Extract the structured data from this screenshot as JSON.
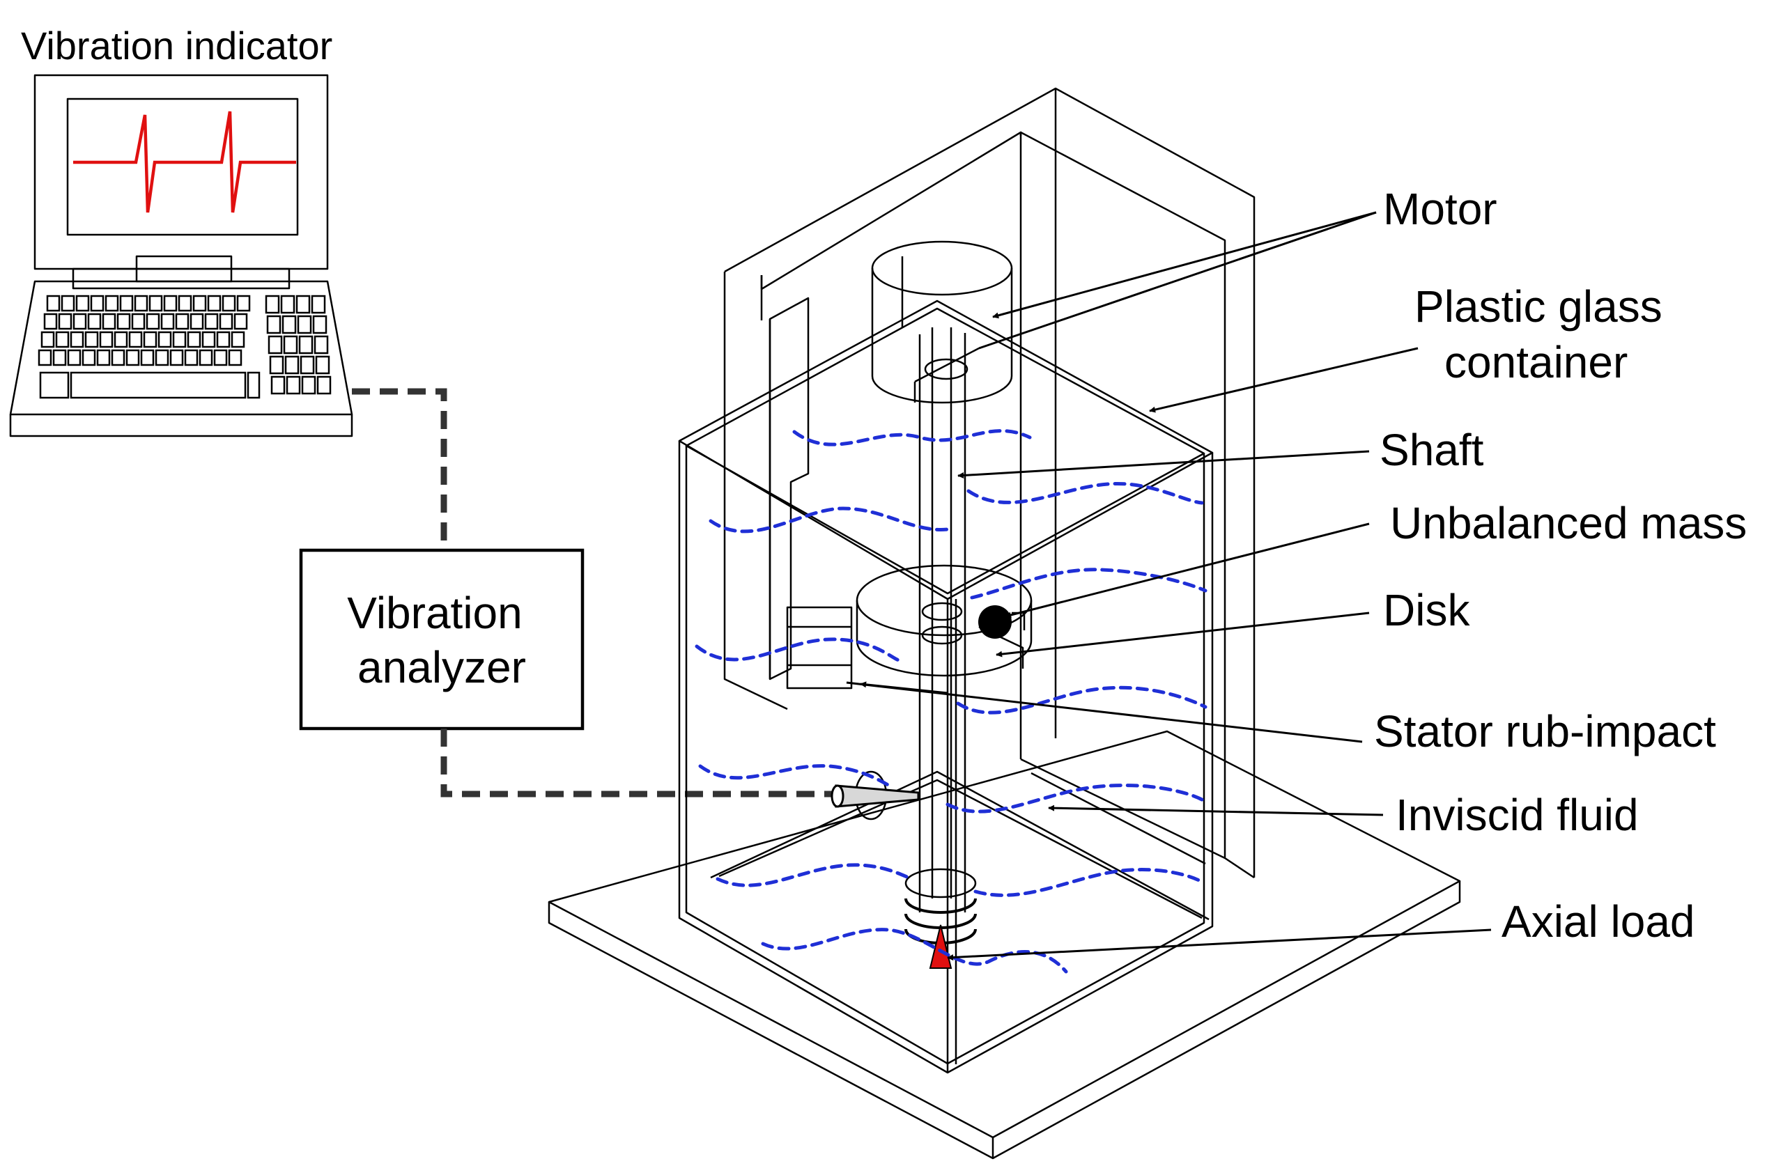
{
  "labels": {
    "vibration_indicator": "Vibration indicator",
    "vibration_analyzer_line1": "Vibration",
    "vibration_analyzer_line2": "analyzer",
    "motor": "Motor",
    "plastic_glass_line1": "Plastic glass",
    "plastic_glass_line2": "container",
    "shaft": "Shaft",
    "unbalanced_mass": "Unbalanced mass",
    "disk": "Disk",
    "stator_rub_impact": "Stator rub-impact",
    "inviscid_fluid": "Inviscid fluid",
    "axial_load": "Axial load"
  },
  "colors": {
    "fluid": "#1f2fd6",
    "signal": "#e01010",
    "axial_load": "#e01010",
    "line": "#000000",
    "sensor": "#d8d8d8"
  },
  "icons": {
    "computer": "computer-monitor-icon",
    "keyboard": "keyboard-icon",
    "sensor": "vibration-sensor-icon"
  }
}
